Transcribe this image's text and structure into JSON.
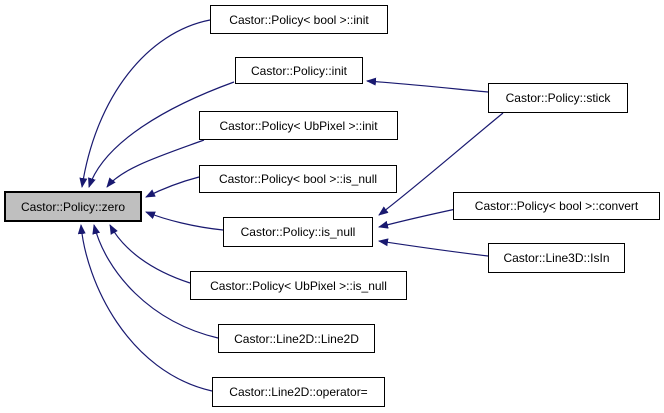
{
  "diagram": {
    "kind": "doxygen-caller-graph",
    "colors": {
      "edge": "#191970",
      "node_border": "#000000",
      "node_fill": "#ffffff",
      "highlight_fill": "#bfbfbf",
      "background": "#ffffff",
      "text": "#000000"
    },
    "highlighted_node": "policy-zero",
    "nodes": {
      "zero": {
        "id": "policy-zero",
        "label": "Castor::Policy::zero"
      },
      "bool_init": {
        "id": "policy-bool-init",
        "label": "Castor::Policy< bool >::init"
      },
      "init": {
        "id": "policy-init",
        "label": "Castor::Policy::init"
      },
      "ubpixel_init": {
        "id": "policy-ubpixel-init",
        "label": "Castor::Policy< UbPixel >::init"
      },
      "bool_is_null": {
        "id": "policy-bool-is-null",
        "label": "Castor::Policy< bool >::is_null"
      },
      "is_null": {
        "id": "policy-is-null",
        "label": "Castor::Policy::is_null"
      },
      "ubpixel_is_null": {
        "id": "policy-ubpixel-is-null",
        "label": "Castor::Policy< UbPixel >::is_null"
      },
      "line2d": {
        "id": "line2d-line2d",
        "label": "Castor::Line2D::Line2D"
      },
      "operator_eq": {
        "id": "line2d-operator-assign",
        "label": "Castor::Line2D::operator="
      },
      "stick": {
        "id": "policy-stick",
        "label": "Castor::Policy::stick"
      },
      "convert": {
        "id": "policy-bool-convert",
        "label": "Castor::Policy< bool >::convert"
      },
      "isin": {
        "id": "line3d-isin",
        "label": "Castor::Line3D::IsIn"
      }
    },
    "edges": [
      {
        "from": "policy-bool-init",
        "to": "policy-zero"
      },
      {
        "from": "policy-init",
        "to": "policy-zero"
      },
      {
        "from": "policy-ubpixel-init",
        "to": "policy-zero"
      },
      {
        "from": "policy-bool-is-null",
        "to": "policy-zero"
      },
      {
        "from": "policy-is-null",
        "to": "policy-zero"
      },
      {
        "from": "policy-ubpixel-is-null",
        "to": "policy-zero"
      },
      {
        "from": "line2d-line2d",
        "to": "policy-zero"
      },
      {
        "from": "line2d-operator-assign",
        "to": "policy-zero"
      },
      {
        "from": "policy-stick",
        "to": "policy-init"
      },
      {
        "from": "policy-stick",
        "to": "policy-is-null"
      },
      {
        "from": "policy-bool-convert",
        "to": "policy-is-null"
      },
      {
        "from": "line3d-isin",
        "to": "policy-is-null"
      }
    ]
  }
}
